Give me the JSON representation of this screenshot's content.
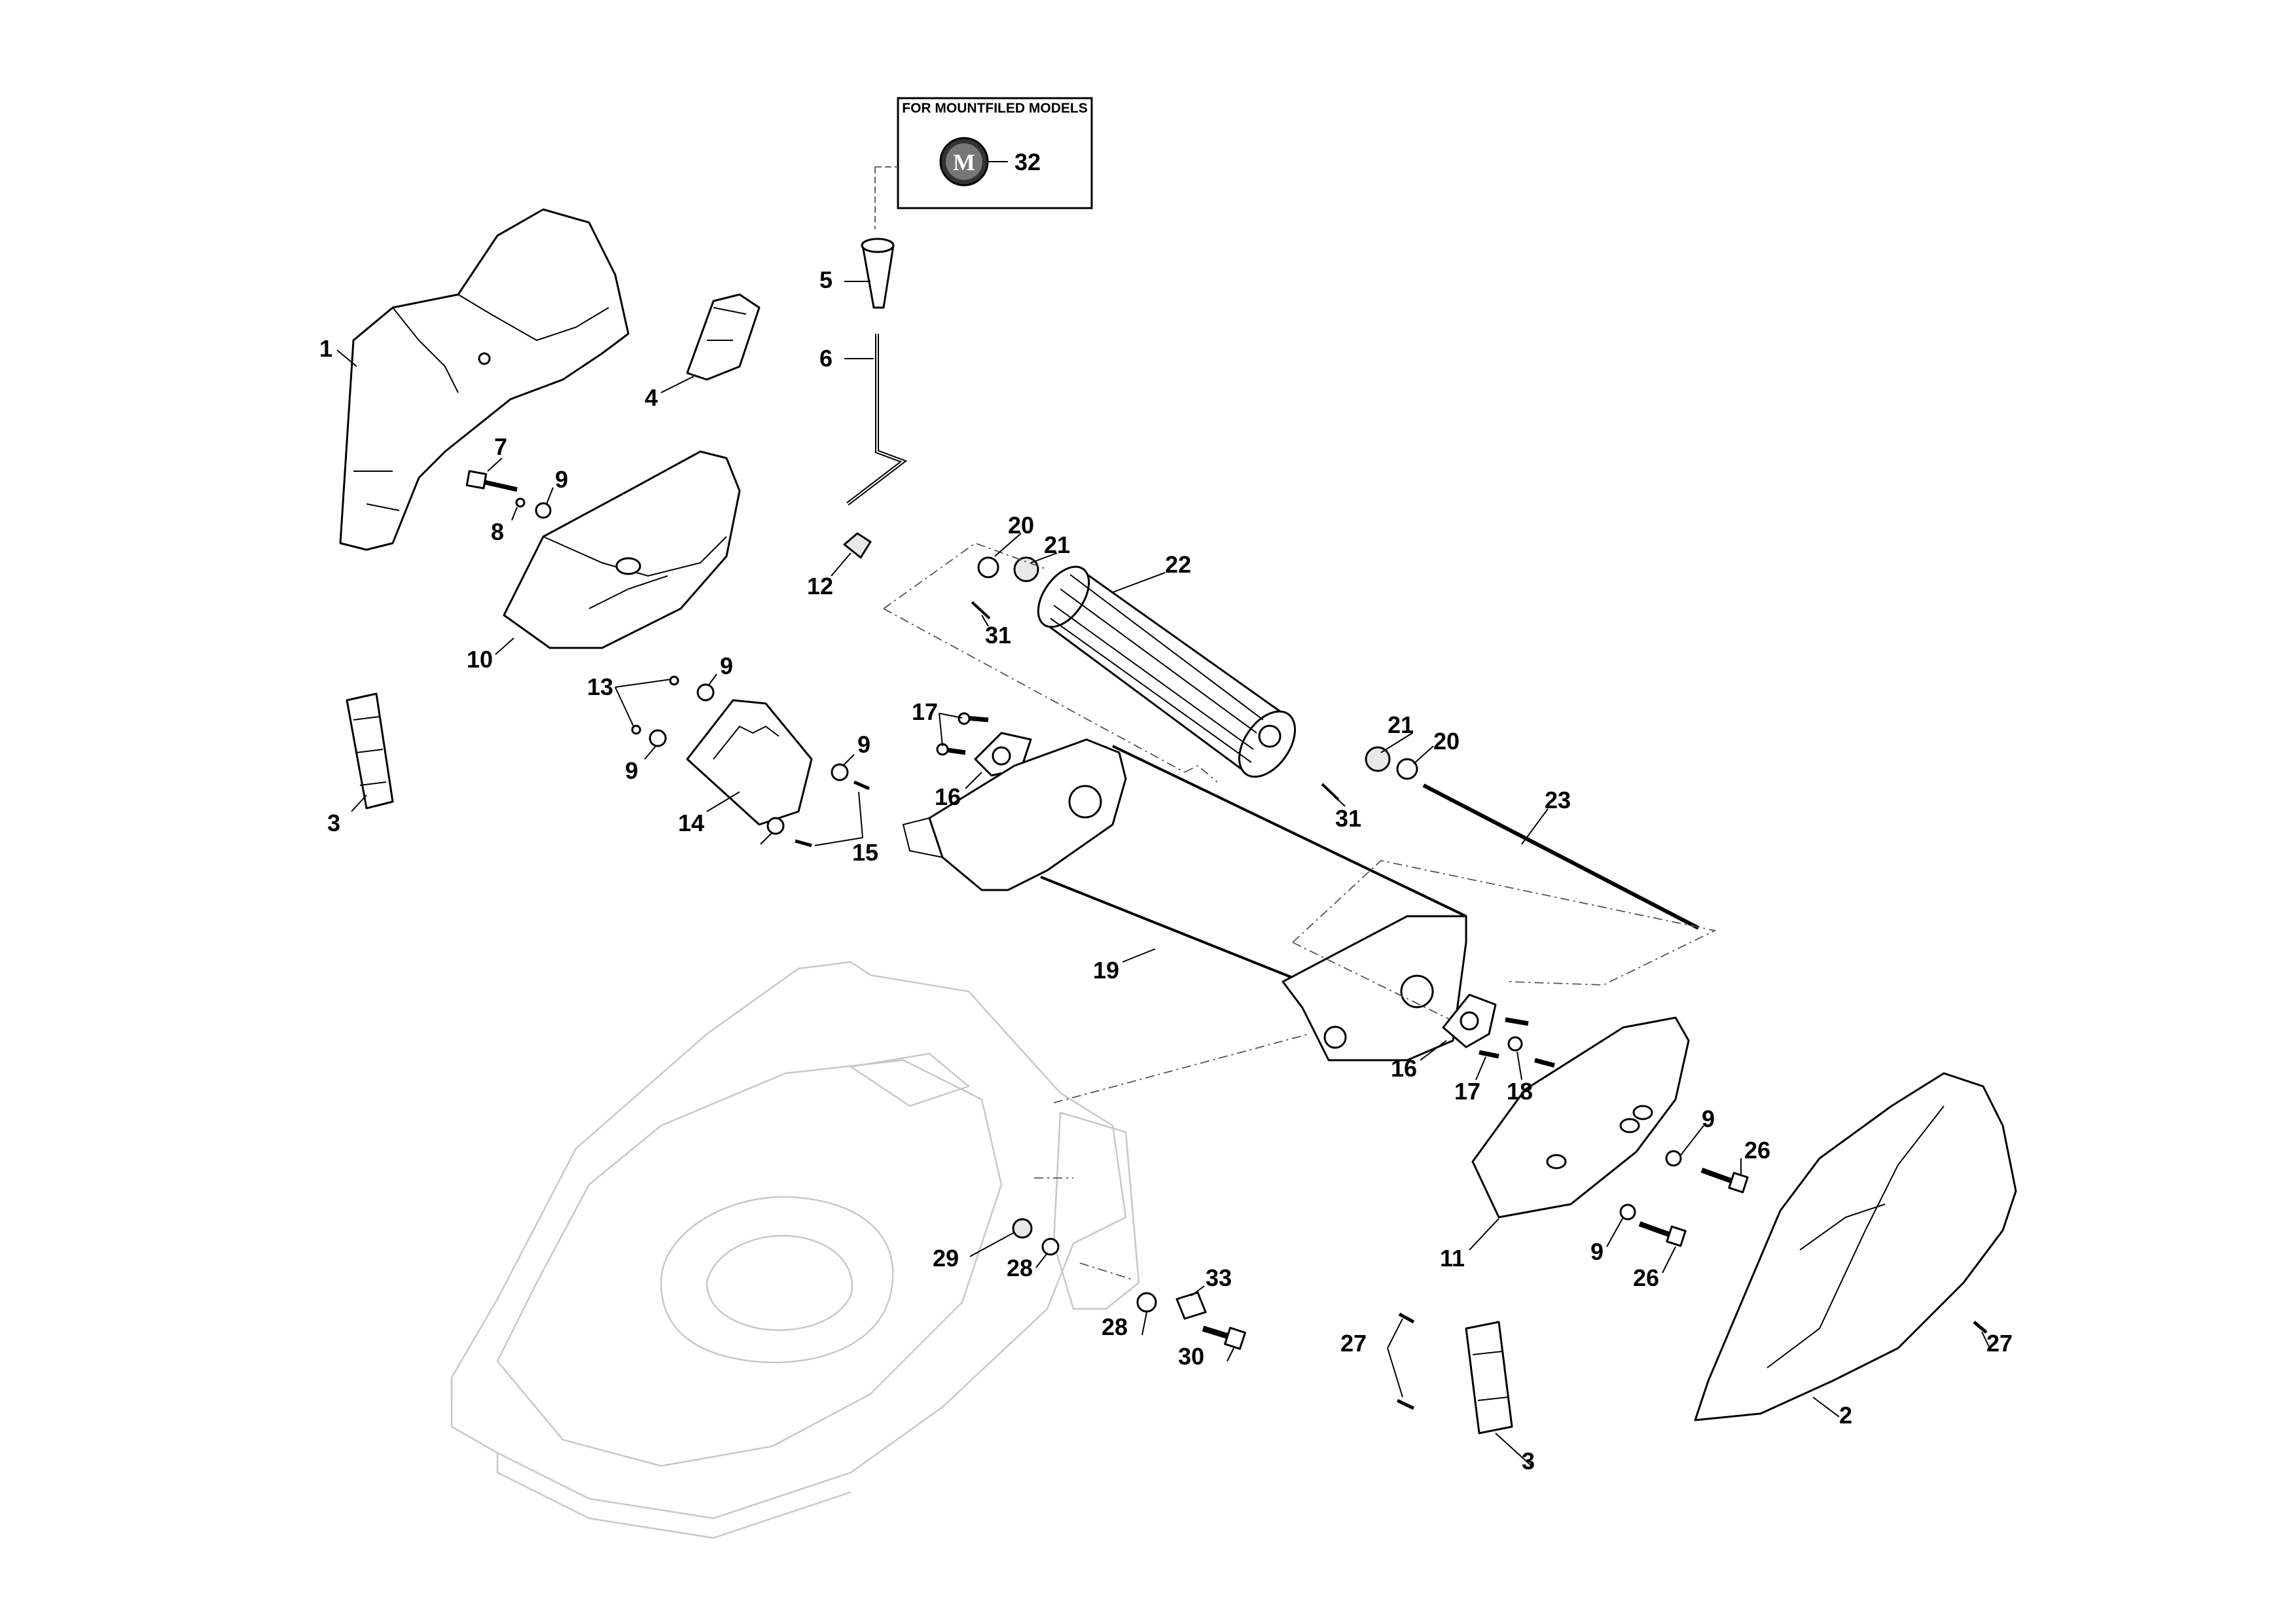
{
  "diagram": {
    "box_title": "FOR MOUNTFILED MODELS",
    "emblem_letter": "M",
    "callouts": [
      "32",
      "5",
      "6",
      "1",
      "4",
      "7",
      "9",
      "8",
      "12",
      "20",
      "21",
      "22",
      "31",
      "10",
      "13",
      "9",
      "9",
      "17",
      "21",
      "20",
      "3",
      "14",
      "9",
      "15",
      "16",
      "31",
      "23",
      "19",
      "16",
      "17",
      "18",
      "9",
      "26",
      "11",
      "9",
      "26",
      "29",
      "28",
      "33",
      "28",
      "30",
      "27",
      "27",
      "3",
      "2"
    ]
  }
}
